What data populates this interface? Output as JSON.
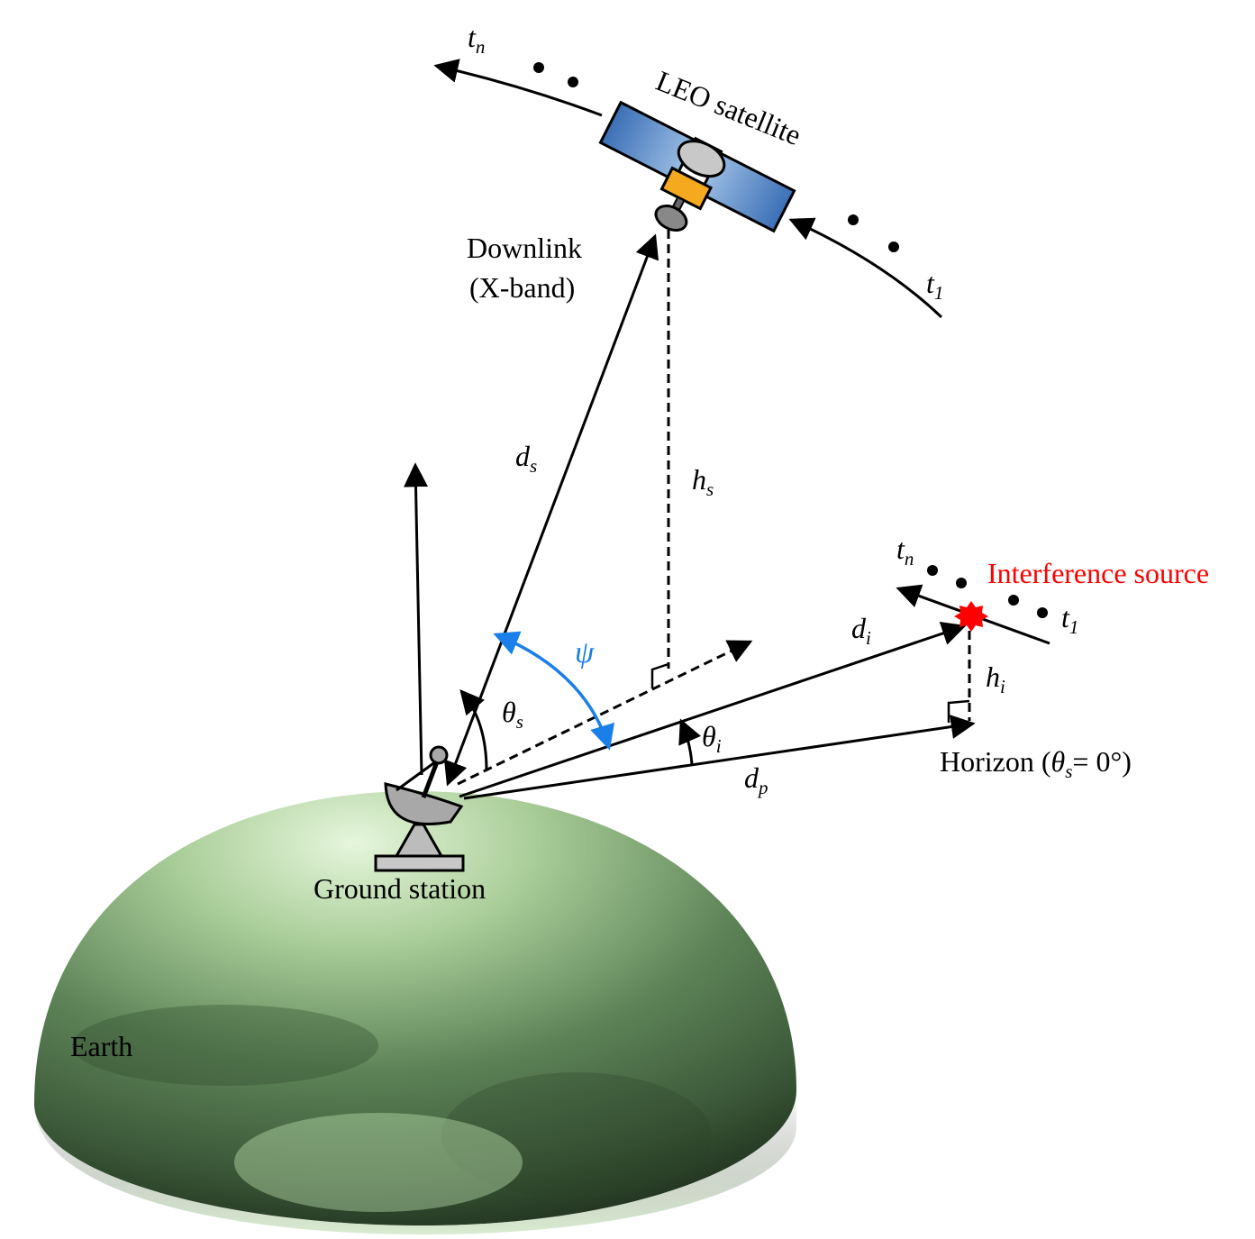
{
  "satellite": {
    "label": "LEO  satellite",
    "orbit_start_label": "t",
    "orbit_start_sub": "1",
    "orbit_end_label": "t",
    "orbit_end_sub": "n"
  },
  "downlink": {
    "line1": "Downlink",
    "line2": "(X-band)"
  },
  "interference": {
    "label": "Interference source",
    "color": "#ff0000",
    "track_start_label": "t",
    "track_start_sub": "1",
    "track_end_label": "t",
    "track_end_sub": "n"
  },
  "symbols": {
    "d_s": {
      "base": "d",
      "sub": "s"
    },
    "h_s": {
      "base": "h",
      "sub": "s"
    },
    "d_i": {
      "base": "d",
      "sub": "i"
    },
    "h_i": {
      "base": "h",
      "sub": "i"
    },
    "d_p": {
      "base": "d",
      "sub": "p"
    },
    "theta_s": {
      "base": "θ",
      "sub": "s"
    },
    "theta_i": {
      "base": "θ",
      "sub": "i"
    },
    "psi": "ψ"
  },
  "horizon": {
    "prefix": "Horizon (",
    "theta": "θ",
    "theta_sub": "s",
    "suffix": "= 0°)"
  },
  "ground_station": {
    "label": "Ground station"
  },
  "earth": {
    "label": "Earth"
  },
  "colors": {
    "psi_arc": "#1a7fe8",
    "interference": "#ff0000",
    "earth_light": "#d4ecc7",
    "earth_dark": "#2e4a2c",
    "panel_blue": "#3f79c4",
    "sat_body_orange": "#f5a91e"
  }
}
